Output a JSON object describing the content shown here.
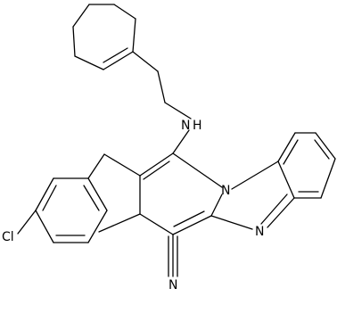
{
  "atoms": {
    "amine_n": "N",
    "amine_h": "H",
    "ring_n": "N",
    "imidazole_n": "N",
    "nitrile_n": "N",
    "chlorine": "Cl"
  },
  "colors": {
    "bond": "#000000",
    "text": "#000000",
    "background": "#ffffff"
  }
}
